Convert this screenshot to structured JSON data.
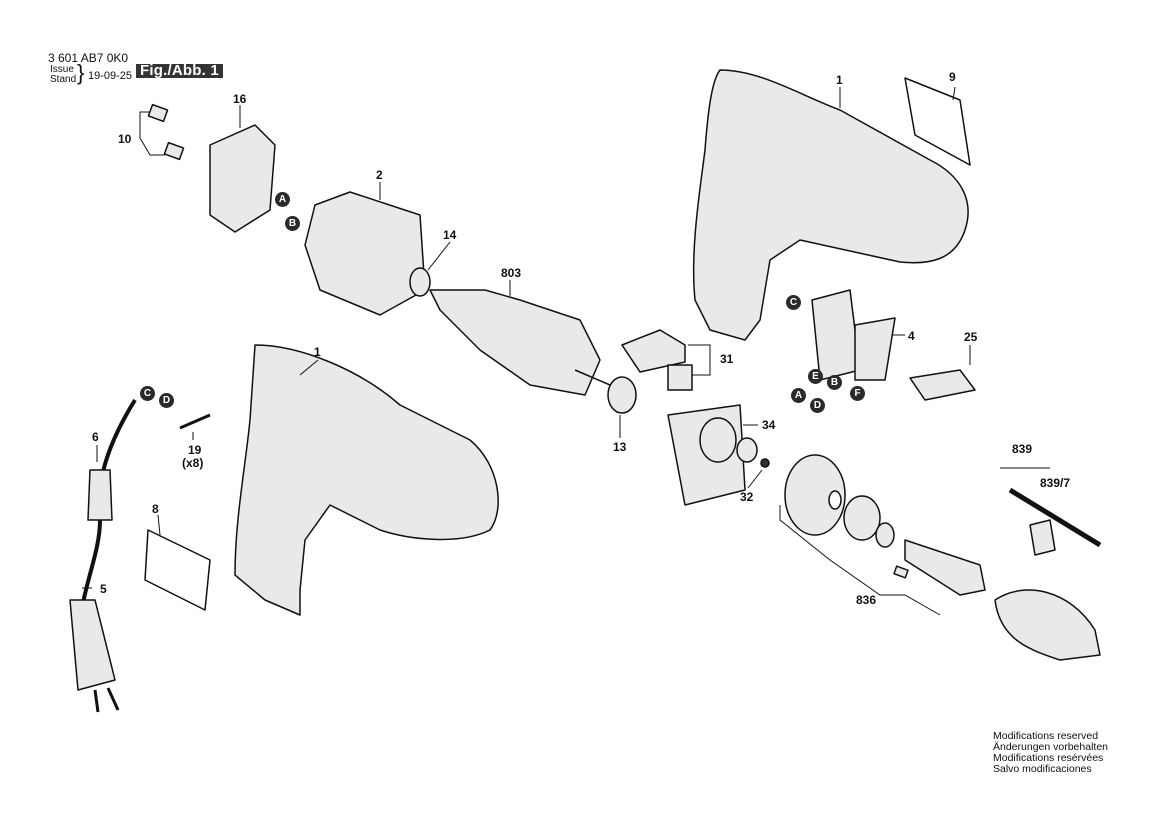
{
  "header": {
    "model": "3 601 AB7 0K0",
    "issue": "Issue",
    "stand": "Stand",
    "date": "19-09-25",
    "figure": "Fig./Abb. 1"
  },
  "labels": {
    "p1a": "1",
    "p9": "9",
    "p16": "16",
    "p10": "10",
    "p2": "2",
    "p14": "14",
    "p803": "803",
    "p1b": "1",
    "p19": "19",
    "p19x": "(x8)",
    "p6": "6",
    "p8": "8",
    "p5": "5",
    "p13": "13",
    "p31": "31",
    "p34": "34",
    "p32": "32",
    "p4": "4",
    "p25": "25",
    "p839": "839",
    "p839_7": "839/7",
    "p836": "836"
  },
  "connectors": {
    "A1": "A",
    "B1": "B",
    "C1": "C",
    "D1": "D",
    "C2": "C",
    "E2": "E",
    "B2": "B",
    "F2": "F",
    "A2": "A",
    "D2": "D"
  },
  "notes": [
    "Modifications reserved",
    "Änderungen vorbehalten",
    "Modifications resérvées",
    "Salvo modificaciones"
  ],
  "colors": {
    "ink": "#111111",
    "badge": "#2a2a2a",
    "part_fill": "#e9e9e9"
  }
}
